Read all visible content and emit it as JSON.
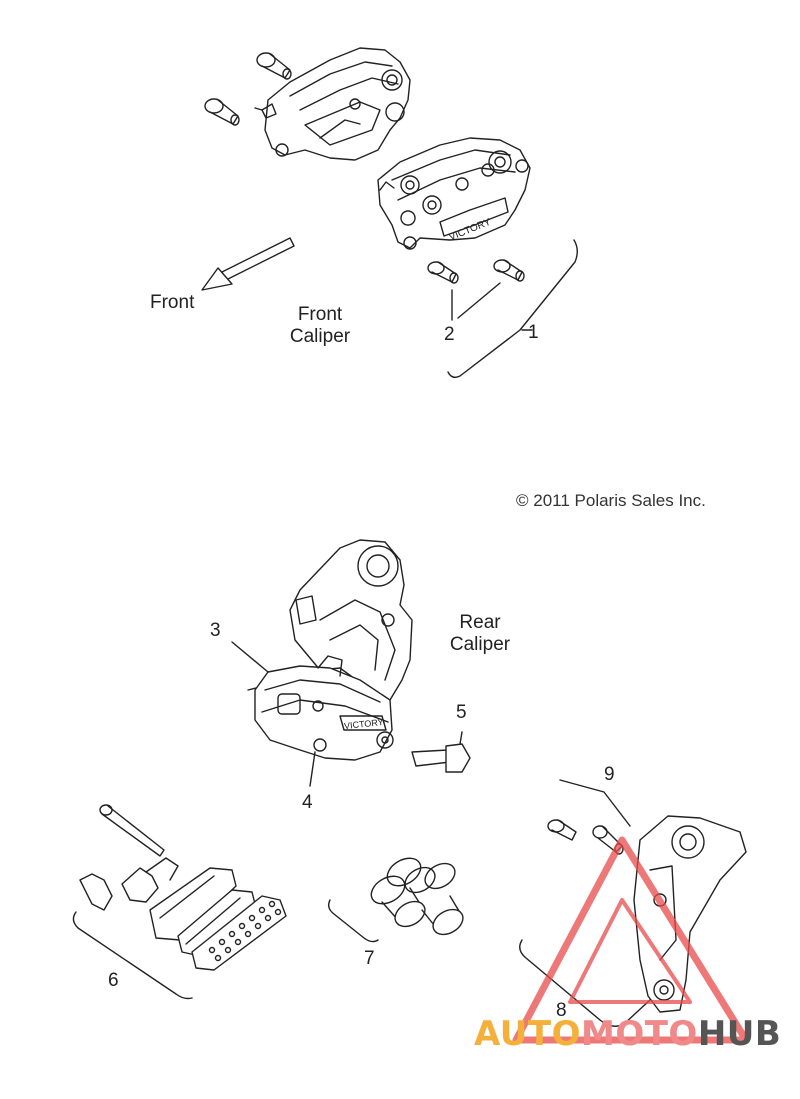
{
  "front": {
    "direction_label": "Front",
    "caliper_label_line1": "Front",
    "caliper_label_line2": "Caliper"
  },
  "rear": {
    "caliper_label_line1": "Rear",
    "caliper_label_line2": "Caliper"
  },
  "callouts": [
    "1",
    "2",
    "3",
    "4",
    "5",
    "6",
    "7",
    "8",
    "9"
  ],
  "copyright": "© 2011 Polaris Sales Inc.",
  "caliper_brand_text": "VICTORY",
  "watermark": {
    "part1": "AUTO",
    "part2": "MOTO",
    "part3": "HUB",
    "colors": {
      "auto": "#f5b03c",
      "moto": "#f08a8a",
      "hub": "#555555",
      "triangle": "#e84a4a"
    }
  }
}
